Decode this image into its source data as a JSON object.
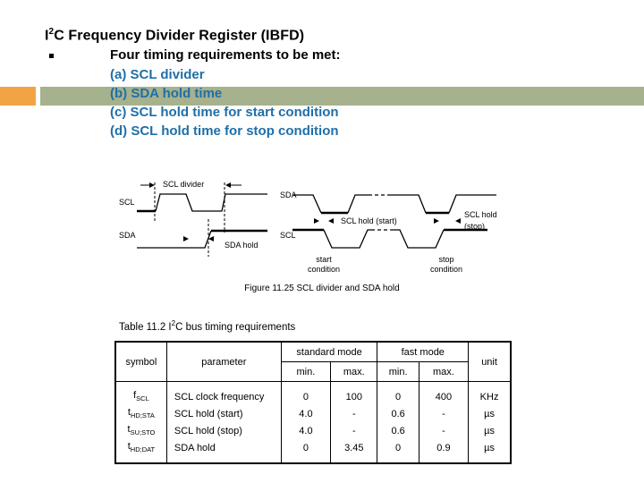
{
  "colors": {
    "accent_orange": "#f2a445",
    "accent_sage": "#a6b18d",
    "list_blue": "#1f6fa8",
    "text_black": "#000000"
  },
  "header": {
    "title_pre": "I",
    "title_sup": "2",
    "title_post": "C Frequency Divider Register (IBFD)",
    "bullet_glyph": "square-bullet",
    "bullet_line": "Four timing requirements to be met:",
    "items": [
      "(a) SCL divider",
      "(b) SDA hold time",
      "(c) SCL hold time for start condition",
      "(d) SCL hold time for stop condition"
    ]
  },
  "diagram": {
    "caption": "Figure 11.25 SCL divider and SDA hold",
    "left": {
      "scl_label": "SCL",
      "sda_label": "SDA",
      "divider_label": "SCL divider",
      "sda_hold_label": "SDA hold"
    },
    "right": {
      "sda_label": "SDA",
      "scl_label": "SCL",
      "hold_start_label": "SCL hold (start)",
      "hold_stop_line1": "SCL hold",
      "hold_stop_line2": "(stop)",
      "start_cond_line1": "start",
      "start_cond_line2": "condition",
      "stop_cond_line1": "stop",
      "stop_cond_line2": "condition"
    }
  },
  "table": {
    "title_pre": "Table 11.2 I",
    "title_sup": "2",
    "title_post": "C bus timing requirements",
    "headers": {
      "symbol": "symbol",
      "parameter": "parameter",
      "standard_mode": "standard mode",
      "fast_mode": "fast mode",
      "unit": "unit",
      "min": "min.",
      "max": "max."
    },
    "rows": [
      {
        "symbol_base": "f",
        "symbol_sub": "SCL",
        "parameter": "SCL clock frequency",
        "std_min": "0",
        "std_max": "100",
        "fast_min": "0",
        "fast_max": "400",
        "unit": "KHz"
      },
      {
        "symbol_base": "t",
        "symbol_sub": "HD;STA",
        "parameter": "SCL hold (start)",
        "std_min": "4.0",
        "std_max": "-",
        "fast_min": "0.6",
        "fast_max": "-",
        "unit": "µs"
      },
      {
        "symbol_base": "t",
        "symbol_sub": "SU;STO",
        "parameter": "SCL hold (stop)",
        "std_min": "4.0",
        "std_max": "-",
        "fast_min": "0.6",
        "fast_max": "-",
        "unit": "µs"
      },
      {
        "symbol_base": "t",
        "symbol_sub": "HD;DAT",
        "parameter": "SDA hold",
        "std_min": "0",
        "std_max": "3.45",
        "fast_min": "0",
        "fast_max": "0.9",
        "unit": "µs"
      }
    ]
  }
}
